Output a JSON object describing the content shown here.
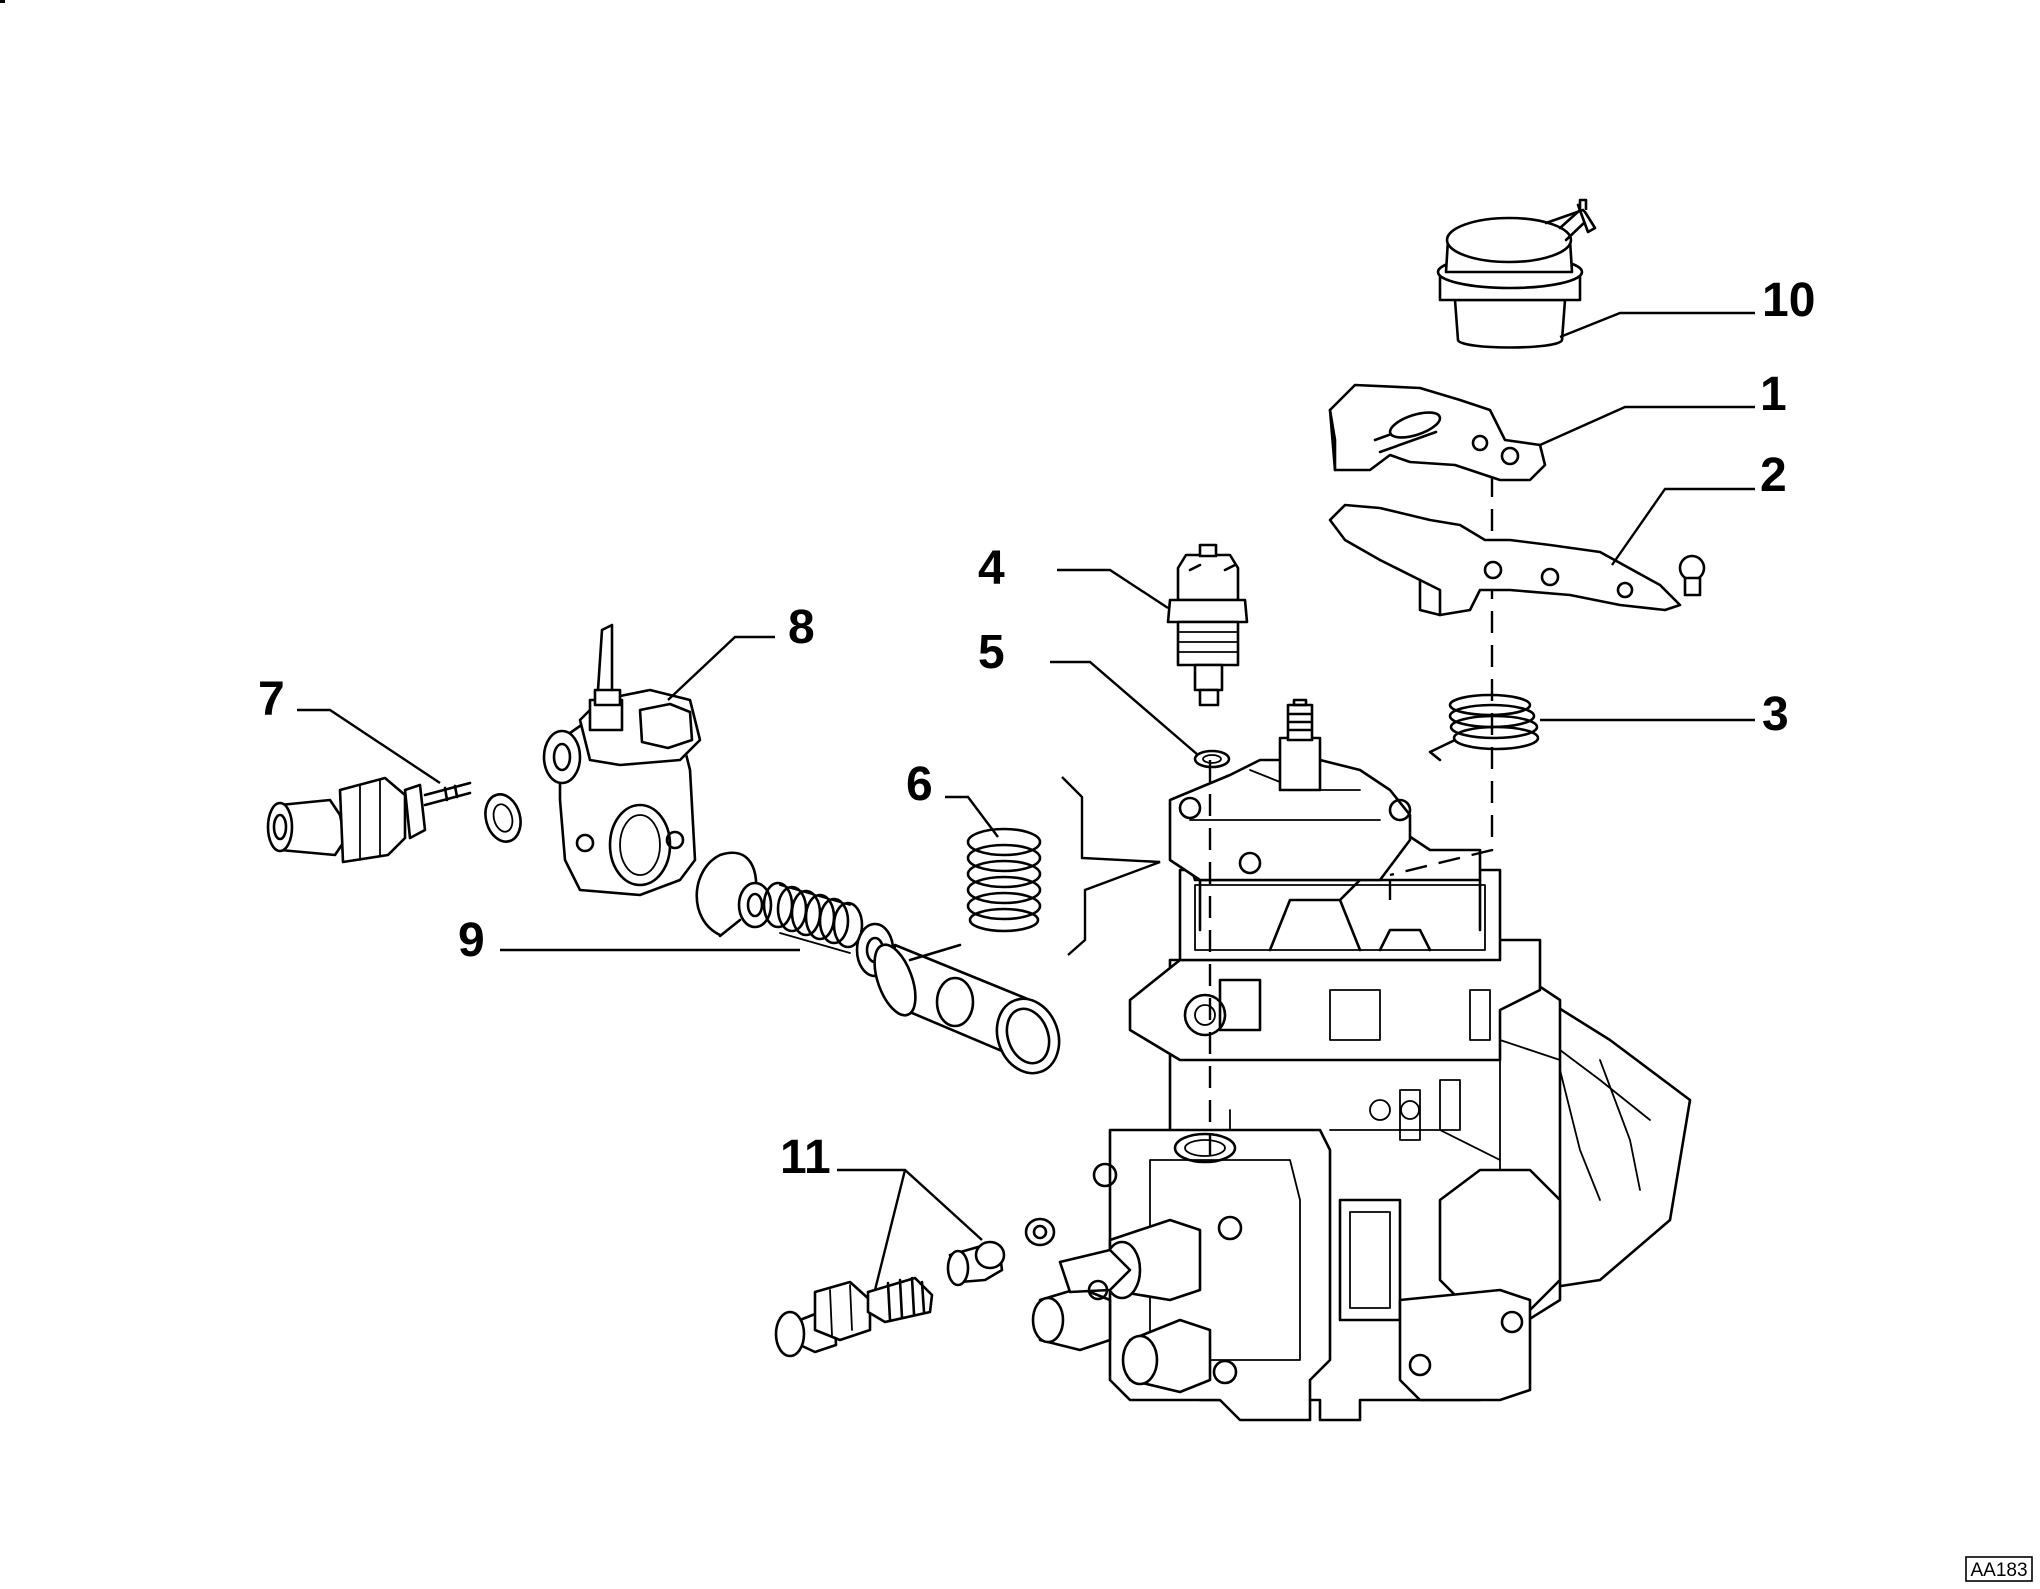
{
  "diagram": {
    "callouts": [
      {
        "id": "1",
        "text": "1"
      },
      {
        "id": "2",
        "text": "2"
      },
      {
        "id": "3",
        "text": "3"
      },
      {
        "id": "4",
        "text": "4"
      },
      {
        "id": "5",
        "text": "5"
      },
      {
        "id": "6",
        "text": "6"
      },
      {
        "id": "7",
        "text": "7"
      },
      {
        "id": "8",
        "text": "8"
      },
      {
        "id": "9",
        "text": "9"
      },
      {
        "id": "10",
        "text": "10"
      },
      {
        "id": "11",
        "text": "11"
      }
    ],
    "figure_code": "AA183"
  }
}
